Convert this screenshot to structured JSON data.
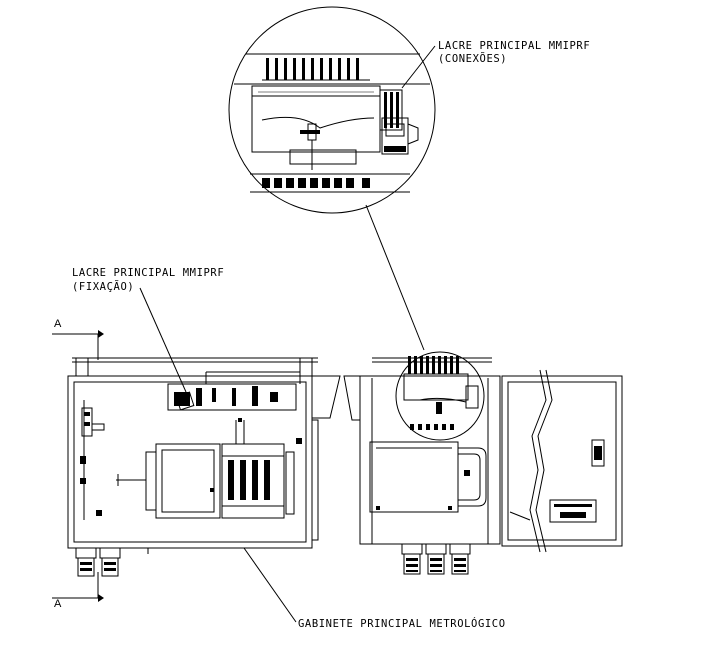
{
  "labels": {
    "seal_connections_line1": "LACRE PRINCIPAL MMIPRF",
    "seal_connections_line2": "(CONEXÕES)",
    "seal_fixing_line1": "LACRE PRINCIPAL MMIPRF",
    "seal_fixing_line2": "(FIXAÇÃO)",
    "cabinet": "GABINETE PRINCIPAL METROLÓGICO",
    "section_top": "A",
    "section_bottom": "A"
  }
}
